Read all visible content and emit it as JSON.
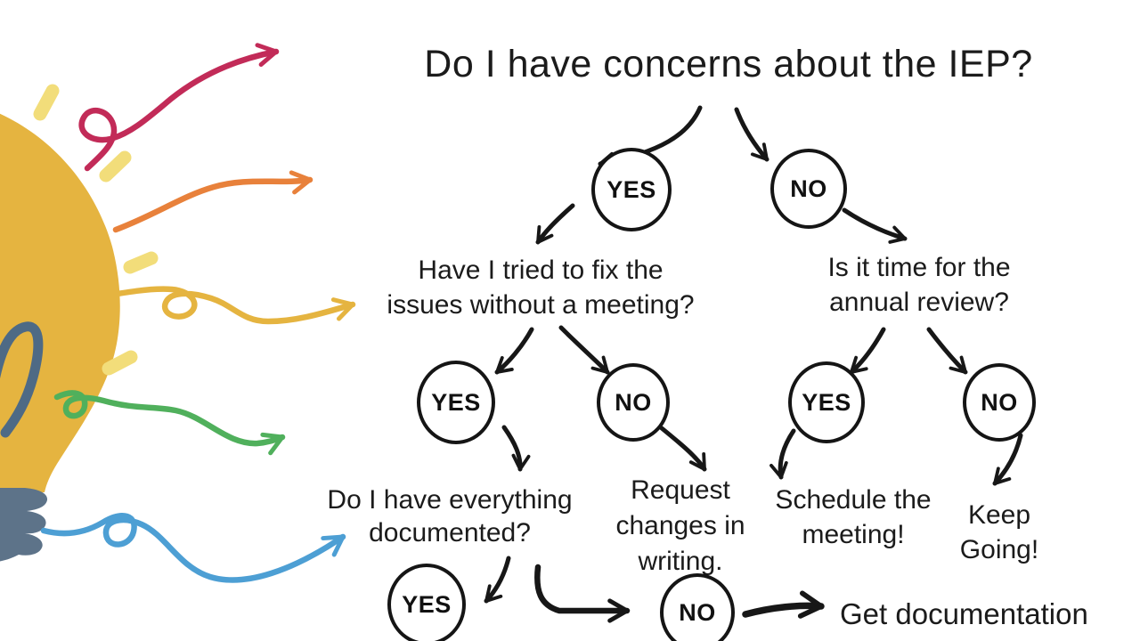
{
  "title": "Do I have concerns about the IEP?",
  "node_labels": {
    "yes": "YES",
    "no": "NO"
  },
  "questions": {
    "fix_issues": "Have I tried to fix the\nissues without a meeting?",
    "annual_review": "Is it time for the\nannual review?",
    "documented": "Do I have everything\ndocumented?"
  },
  "outcomes": {
    "request_changes": "Request\nchanges in\nwriting.",
    "schedule_meeting": "Schedule the\nmeeting!",
    "keep_going": "Keep\nGoing!",
    "get_documentation": "Get documentation"
  },
  "colors": {
    "text": "#1b1b1b",
    "arrow_black": "#171717",
    "crimson": "#c22b58",
    "orange": "#e8813b",
    "yellow": "#e5b440",
    "yellow_light": "#f2dd7a",
    "green": "#50b05c",
    "blue": "#4d9fd4",
    "bulb": "#e5b440",
    "base_gray": "#5d7389",
    "filament": "#4e6a85"
  }
}
